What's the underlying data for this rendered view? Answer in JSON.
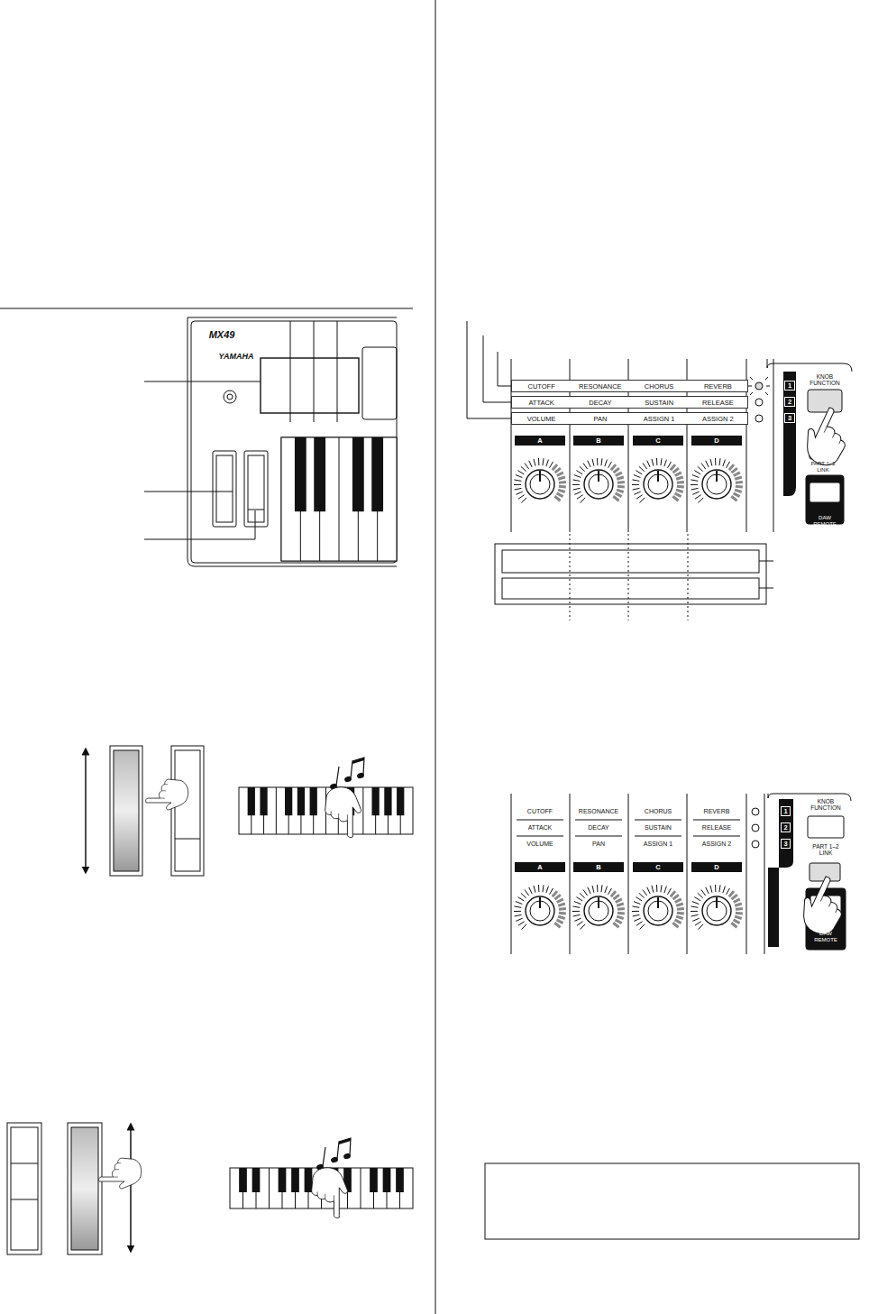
{
  "diagram": {
    "nodes": [
      {
        "text": [
          "CUTOFF",
          "RESONANCE",
          "CHORUS",
          "REVERB"
        ]
      },
      {
        "text": [
          "ATTACK",
          "DECAY",
          "SUSTAIN",
          "RELEASE"
        ]
      },
      {
        "text": [
          "VOLUME",
          "PAN",
          "ASSIGN 1",
          "ASSIGN 2"
        ]
      },
      {
        "text": [
          "A"
        ]
      },
      {
        "text": [
          "B"
        ]
      },
      {
        "text": [
          "C"
        ]
      },
      {
        "text": [
          "D"
        ]
      },
      {
        "text": [
          "1"
        ]
      },
      {
        "text": [
          "2"
        ]
      },
      {
        "text": [
          "3"
        ]
      },
      {
        "text": [
          "A"
        ]
      },
      {
        "text": [
          "B"
        ]
      },
      {
        "text": [
          "C"
        ]
      },
      {
        "text": [
          "D"
        ]
      },
      {
        "text": [
          "1"
        ]
      },
      {
        "text": [
          "2"
        ]
      },
      {
        "text": [
          "3"
        ]
      }
    ],
    "labels": [
      "MX49",
      "YAMAHA",
      "KNOB FUNCTION",
      "PART 1–2 LINK",
      "DAW REMOTE",
      "KNOB FUNCTION",
      "PART 1–2 LINK",
      "DAW REMOTE",
      "CUTOFF",
      "RESONANCE",
      "CHORUS",
      "REVERB",
      "ATTACK",
      "DECAY",
      "SUSTAIN",
      "RELEASE",
      "VOLUME",
      "PAN",
      "ASSIGN 1",
      "ASSIGN 2"
    ]
  }
}
